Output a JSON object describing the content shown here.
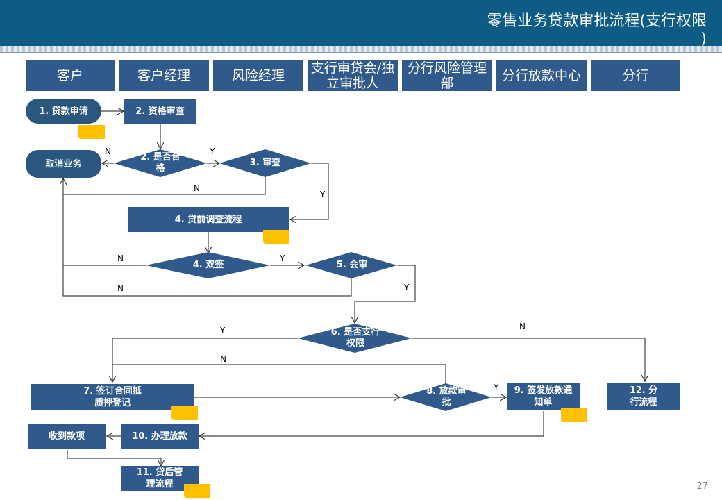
{
  "title": "零售业务贷款审批流程(支行权限\n)",
  "lanes": [
    "客户",
    "客户经理",
    "风险经理",
    "支行审贷会/独立审批人",
    "分行风险管理部",
    "分行放款中心",
    "分行"
  ],
  "nodes": {
    "n1": "1. 贷款申请",
    "n2": "2. 资格审查",
    "d2": "2. 是否合格",
    "d3": "3. 审查",
    "cancel": "取消业务",
    "n4": "4. 贷前调查流程",
    "d4": "4. 双签",
    "d5": "5. 会审",
    "d6": "6. 是否支行权限",
    "n7": "7. 签订合同抵质押登记",
    "d8": "8. 放款审批",
    "n9": "9. 签发放款通知单",
    "n12": "12. 分行流程",
    "n10": "10. 办理放款",
    "recv": "收到款项",
    "n11": "11. 贷后管理流程"
  },
  "edge_labels": {
    "n_a": "N",
    "y_a": "Y",
    "n_b": "N",
    "y_b": "Y",
    "y_c": "Y",
    "n_c": "N",
    "n_d": "N",
    "y_d": "Y",
    "y_e": "Y",
    "n_e": "N",
    "n_f": "N",
    "y_f": "Y"
  },
  "page_number": "27",
  "colors": {
    "header": "#0e5c86",
    "box": "#2f5a8b",
    "flag": "#ffc000"
  }
}
